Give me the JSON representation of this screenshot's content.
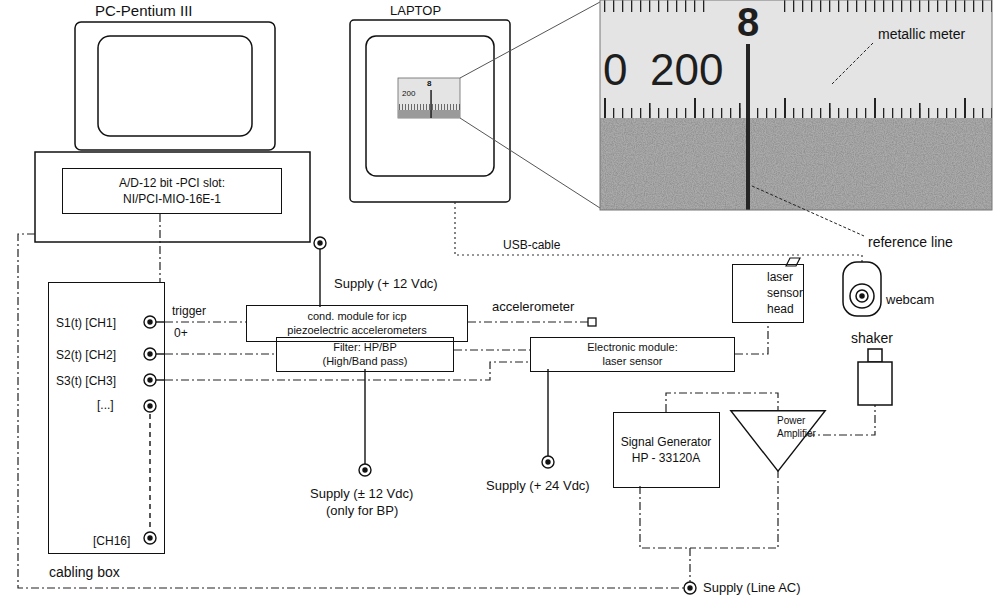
{
  "diagram": {
    "nodes": [
      {
        "text": [
          "A/D-12 bit -PCI slot: NI/PCI-MIO-16E-1"
        ]
      },
      {
        "text": [
          "S1(t) [CH1]",
          "S2(t) [CH2]",
          "S3(t) [CH3]",
          "[...]",
          "[CH16]",
          "cabling box"
        ]
      },
      {
        "text": [
          "cond. module for icp piezoelectric accelerometers"
        ]
      },
      {
        "text": [
          "laser sensor head"
        ]
      },
      {
        "text": [
          "Filter: HP/BP (High/Band pass)"
        ]
      },
      {
        "text": [
          "Electronic module: laser sensor"
        ]
      },
      {
        "text": [
          "Signal Generator HP - 33120A"
        ]
      },
      {
        "text": [
          "Power Amplifier"
        ]
      }
    ],
    "edges": [
      {
        "from": 0,
        "to": 1,
        "arrow": "none"
      },
      {
        "from": 1,
        "to": 2,
        "arrow": "none"
      },
      {
        "from": 1,
        "to": 4,
        "arrow": "none"
      },
      {
        "from": 4,
        "to": 5,
        "arrow": "none"
      },
      {
        "from": 1,
        "to": 5,
        "arrow": "none"
      },
      {
        "from": 5,
        "to": 3,
        "arrow": "none"
      },
      {
        "from": 6,
        "to": 7,
        "arrow": "none"
      }
    ],
    "labels": [
      "PC-Pentium III",
      "LAPTOP",
      "8",
      "200",
      "8",
      "0",
      "200",
      "metallic meter",
      "reference line",
      "USB-cable",
      "webcam",
      "Supply (+ 12 Vdc)",
      "trigger",
      "0+",
      "accelerometer",
      "Supply (± 12 Vdc)",
      "(only for BP)",
      "Supply (+ 24 Vdc)",
      "shaker",
      "Supply (Line AC)"
    ]
  }
}
